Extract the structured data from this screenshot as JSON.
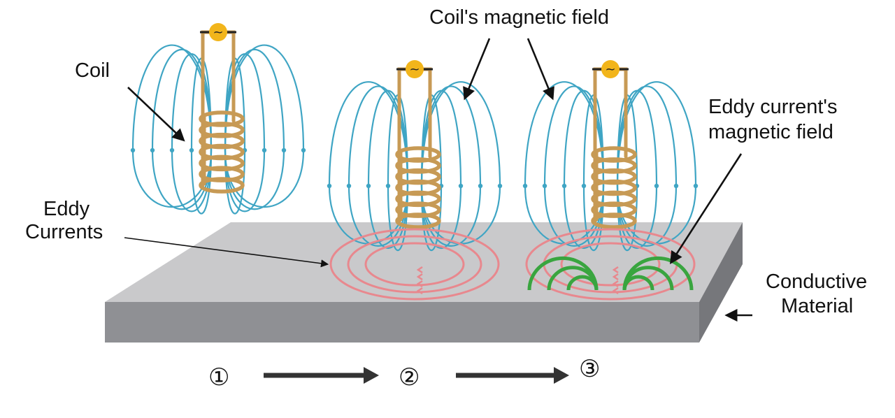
{
  "labels": {
    "coil": "Coil",
    "coil_field": "Coil's magnetic field",
    "eddy_field_line1": "Eddy current's",
    "eddy_field_line2": "magnetic field",
    "eddy_currents_line1": "Eddy",
    "eddy_currents_line2": "Currents",
    "conductive_line1": "Conductive",
    "conductive_line2": "Material"
  },
  "steps": [
    "①",
    "②",
    "③"
  ],
  "ac_source_symbol": "~",
  "colors": {
    "field_lines": "#3fa5c4",
    "coil_wire": "#c79a55",
    "eddy_current": "#e8888e",
    "eddy_field": "#39a53f",
    "source": "#f2b51b",
    "plate_top": "#c7c7c9",
    "plate_front": "#8e8f93",
    "plate_side": "#75767a",
    "arrows": "#222222"
  },
  "icons": [
    "ac-source-icon",
    "step-arrow-icon",
    "pointer-arrow-icon"
  ]
}
